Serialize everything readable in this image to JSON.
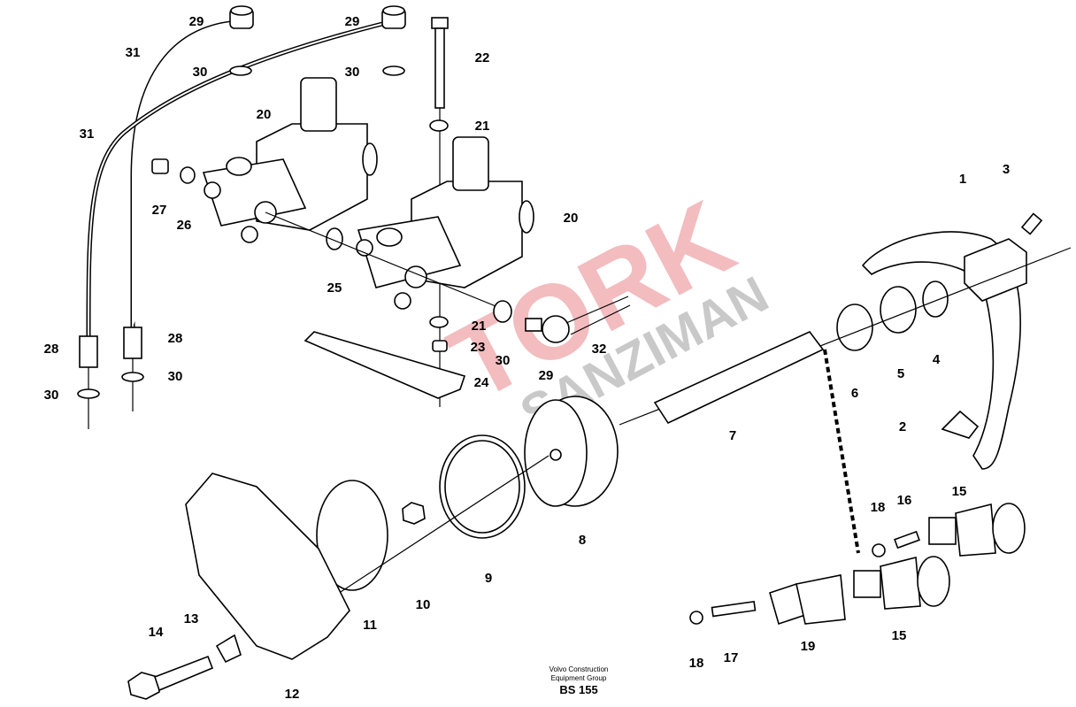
{
  "diagram": {
    "callouts": [
      "29",
      "29",
      "31",
      "30",
      "30",
      "22",
      "20",
      "21",
      "31",
      "27",
      "26",
      "3",
      "1",
      "20",
      "25",
      "21",
      "23",
      "30",
      "29",
      "32",
      "24",
      "28",
      "28",
      "30",
      "30",
      "6",
      "5",
      "4",
      "7",
      "2",
      "15",
      "18",
      "16",
      "8",
      "9",
      "10",
      "11",
      "13",
      "14",
      "12",
      "18",
      "17",
      "19",
      "15"
    ]
  },
  "watermark": {
    "brand": "TORK",
    "sub": "ŞANZIMAN"
  },
  "footer": {
    "company_line1": "Volvo Construction",
    "company_line2": "Equipment Group",
    "code": "BS 155"
  }
}
